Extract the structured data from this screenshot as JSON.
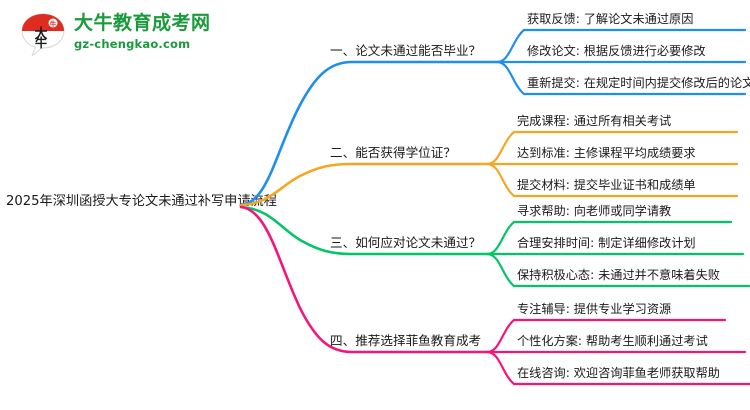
{
  "logo": {
    "mark_text": "大牛",
    "title": "大牛教育成考网",
    "url": "gz-chengkao.com",
    "brand_green": "#1a9a3c",
    "brand_red": "#e02b20"
  },
  "mindmap": {
    "central_topic": "2025年深圳函授大专论文未通过补写申请流程",
    "branches": [
      {
        "id": "branch-1",
        "label": "一、论文未通过能否毕业？",
        "color": "#1e8ef0",
        "children": [
          "获取反馈: 了解论文未通过原因",
          "修改论文: 根据反馈进行必要修改",
          "重新提交: 在规定时间内提交修改后的论文"
        ]
      },
      {
        "id": "branch-2",
        "label": "二、能否获得学位证？",
        "color": "#f5a623",
        "children": [
          "完成课程: 通过所有相关考试",
          "达到标准: 主修课程平均成绩要求",
          "提交材料: 提交毕业证书和成绩单"
        ]
      },
      {
        "id": "branch-3",
        "label": "三、如何应对论文未通过？",
        "color": "#04c468",
        "children": [
          "寻求帮助: 向老师或同学请教",
          "合理安排时间: 制定详细修改计划",
          "保持积极心态: 未通过并不意味着失败"
        ]
      },
      {
        "id": "branch-4",
        "label": "四、推荐选择菲鱼教育成考",
        "color": "#f4147b",
        "children": [
          "专注辅导: 提供专业学习资源",
          "个性化方案: 帮助考生顺利通过考试",
          "在线咨询: 欢迎咨询菲鱼老师获取帮助"
        ]
      }
    ]
  }
}
